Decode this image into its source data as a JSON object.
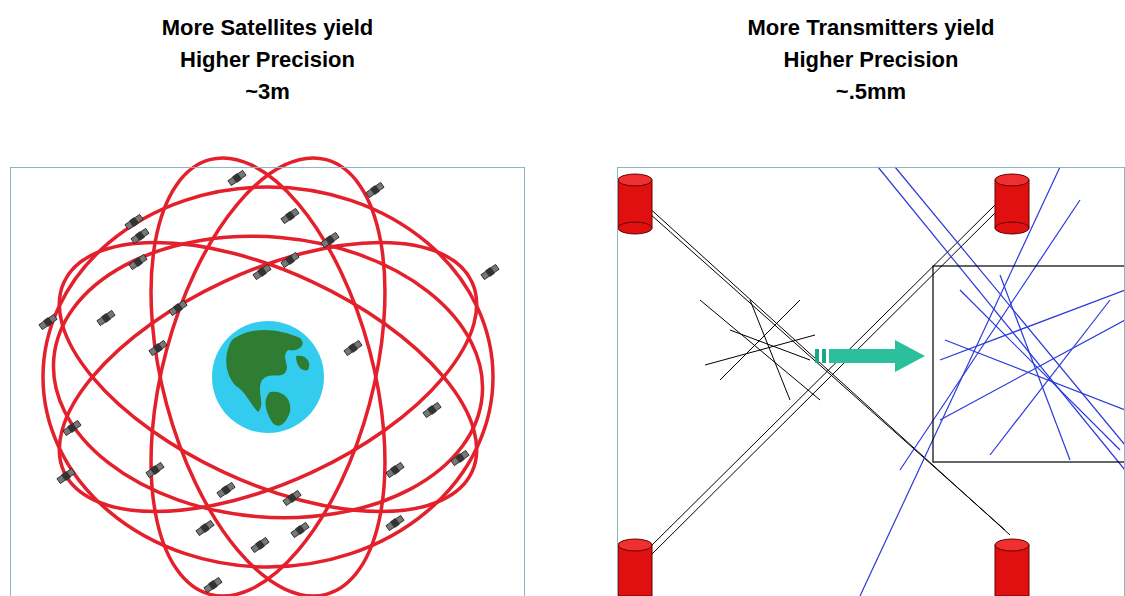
{
  "diagram": {
    "nodes": [
      {
        "text": [
          "More Satellites yield Higher Precision",
          "~3m"
        ]
      },
      {
        "text": [
          "More Transmitters yield Higher Precision",
          "~.5mm"
        ]
      }
    ]
  }
}
